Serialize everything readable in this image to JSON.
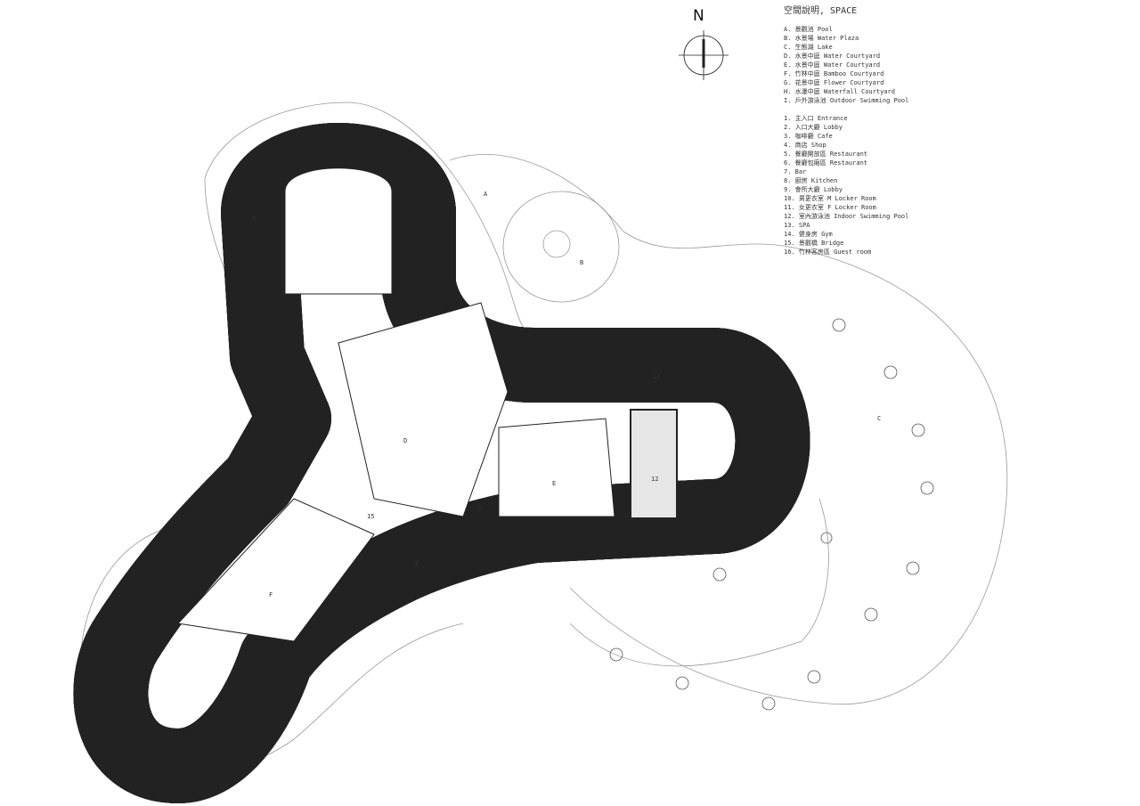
{
  "north_label": "N",
  "legend": {
    "title": "空間說明, SPACE",
    "courtyards": [
      "A. 景觀池 Pool",
      "B. 水景場 Water Plaza",
      "C. 生態湖 Lake",
      "D. 水景中庭 Water Courtyard",
      "E. 水景中庭 Water Courtyard",
      "F. 竹林中庭 Bamboo Courtyard",
      "G. 花景中庭 Flower Courtyard",
      "H. 水瀑中庭 Waterfall Courtyard",
      "I. 戶外游泳池 Outdoor Swimming Pool"
    ],
    "rooms": [
      "1. 主入口 Entrance",
      "2. 入口大廳 Lobby",
      "3. 咖啡廳 Cafe",
      "4. 商店 Shop",
      "5. 餐廳開放區 Restaurant",
      "6. 餐廳包廂區 Restaurant",
      "7. Bar",
      "8. 廚房 Kitchen",
      "9. 會所大廳 Lobby",
      "10. 男更衣室 M Locker Room",
      "11. 女更衣室 F Locker Room",
      "12. 室內游泳池 Indoor Swimming Pool",
      "13. SPA",
      "14. 健身房 Gym",
      "15. 景觀橋 Bridge",
      "16. 竹林客房區 Guest room"
    ]
  },
  "plan_labels": {
    "A": "A",
    "B": "B",
    "C": "C",
    "D": "D",
    "E": "E",
    "F": "F",
    "n12": "12",
    "n14": "14",
    "n4": "4",
    "n15": "15",
    "n3": "3",
    "n9": "9"
  },
  "colors": {
    "line": "#222222",
    "corridor": "#cfcfcf",
    "fill": "#eeeeee"
  }
}
